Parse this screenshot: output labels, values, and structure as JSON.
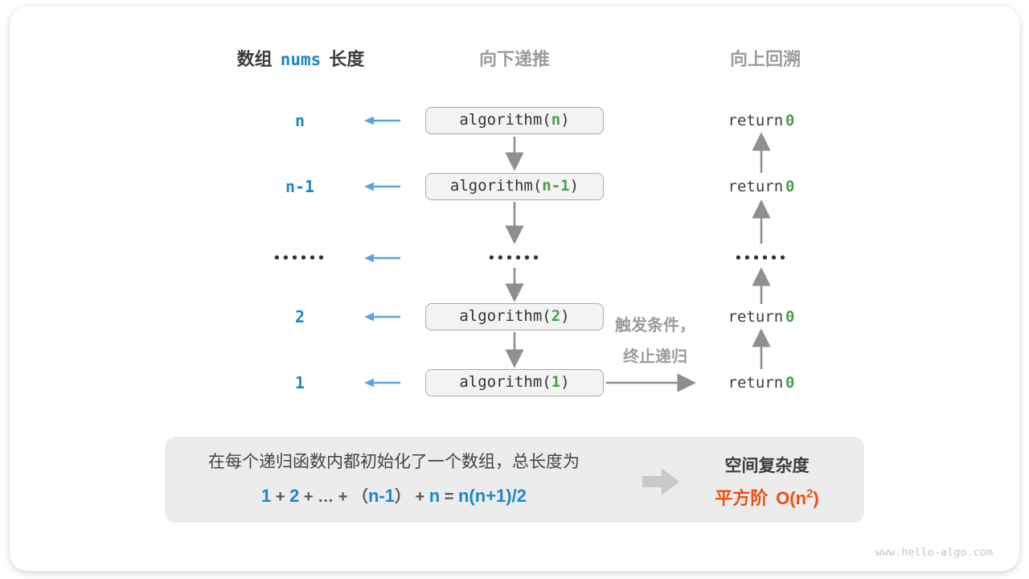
{
  "colors": {
    "blue": "#1c87c9",
    "light_blue": "#55a4e6",
    "green": "#4c9b4f",
    "orange": "#ee4e0f",
    "gray_label": "#9b9b9b",
    "dark_text": "#3c3c3c",
    "arrow_gray": "#8f8f8f",
    "box_fill": "#f3f3f3",
    "box_border": "#ababab",
    "summary_fill": "#ececec",
    "big_arrow": "#c9c9c9",
    "watermark": "#c6c6c6"
  },
  "headers": {
    "length_pre": "数组",
    "length_code": "nums",
    "length_post": "长度",
    "recurse": "向下递推",
    "backtrack": "向上回溯"
  },
  "call": {
    "prefix": "algorithm(",
    "suffix": ")"
  },
  "return_prefix": "return",
  "rows": [
    {
      "type": "node",
      "length": "n",
      "arg": "n",
      "return_value": "0"
    },
    {
      "type": "node",
      "length": "n-1",
      "arg": "n-1",
      "return_value": "0"
    },
    {
      "type": "ellipsis",
      "dots": "••••••"
    },
    {
      "type": "node",
      "length": "2",
      "arg": "2",
      "return_value": "0"
    },
    {
      "type": "node",
      "length": "1",
      "arg": "1",
      "return_value": "0"
    }
  ],
  "trigger": {
    "line1": "触发条件，",
    "line2": "终止递归"
  },
  "summary": {
    "line1": "在每个递归函数内都初始化了一个数组，总长度为",
    "formula": [
      {
        "text": "1",
        "style": "blue"
      },
      {
        "text": " + ",
        "style": "plain"
      },
      {
        "text": "2",
        "style": "blue"
      },
      {
        "text": " + ",
        "style": "plain"
      },
      {
        "text": "…",
        "style": "plain"
      },
      {
        "text": " + ",
        "style": "plain"
      },
      {
        "text": "（",
        "style": "plain"
      },
      {
        "text": "n-1",
        "style": "blue"
      },
      {
        "text": "）",
        "style": "plain"
      },
      {
        "text": " + ",
        "style": "plain"
      },
      {
        "text": "n",
        "style": "blue"
      },
      {
        "text": " = ",
        "style": "plain"
      },
      {
        "text": "n(n+1)/2",
        "style": "blue"
      }
    ],
    "result_title": "空间复杂度",
    "result_label": "平方阶",
    "result_big_o": "O(n",
    "result_exp": "2",
    "result_close": ")"
  },
  "watermark": "www.hello-algo.com"
}
